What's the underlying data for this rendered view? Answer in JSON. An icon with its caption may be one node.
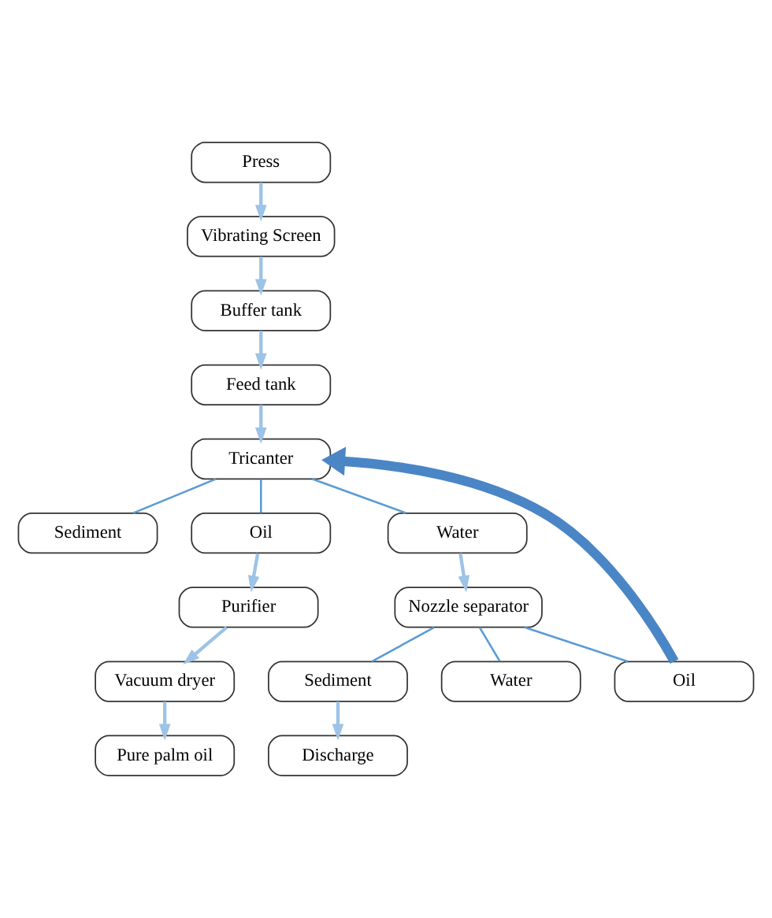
{
  "diagram": {
    "nodes": [
      {
        "text": [
          "Press"
        ]
      },
      {
        "text": [
          "Vibrating Screen"
        ]
      },
      {
        "text": [
          "Buffer tank"
        ]
      },
      {
        "text": [
          "Feed tank"
        ]
      },
      {
        "text": [
          "Tricanter"
        ]
      },
      {
        "text": [
          "Sediment"
        ]
      },
      {
        "text": [
          "Oil"
        ]
      },
      {
        "text": [
          "Water"
        ]
      },
      {
        "text": [
          "Purifier"
        ]
      },
      {
        "text": [
          "Vacuum dryer"
        ]
      },
      {
        "text": [
          "Pure palm oil"
        ]
      },
      {
        "text": [
          "Nozzle separator"
        ]
      },
      {
        "text": [
          "Sediment"
        ]
      },
      {
        "text": [
          "Water"
        ]
      },
      {
        "text": [
          "Oil"
        ]
      },
      {
        "text": [
          "Discharge"
        ]
      }
    ],
    "edges": [
      {
        "from": 0,
        "to": 1,
        "arrow": "to"
      },
      {
        "from": 1,
        "to": 2,
        "arrow": "to"
      },
      {
        "from": 2,
        "to": 3,
        "arrow": "to"
      },
      {
        "from": 3,
        "to": 4,
        "arrow": "to"
      },
      {
        "from": 4,
        "to": 5,
        "arrow": "none"
      },
      {
        "from": 4,
        "to": 6,
        "arrow": "none"
      },
      {
        "from": 4,
        "to": 7,
        "arrow": "none"
      },
      {
        "from": 6,
        "to": 8,
        "arrow": "to"
      },
      {
        "from": 8,
        "to": 9,
        "arrow": "to"
      },
      {
        "from": 9,
        "to": 10,
        "arrow": "to"
      },
      {
        "from": 7,
        "to": 11,
        "arrow": "to"
      },
      {
        "from": 11,
        "to": 12,
        "arrow": "none"
      },
      {
        "from": 11,
        "to": 13,
        "arrow": "none"
      },
      {
        "from": 11,
        "to": 14,
        "arrow": "none"
      },
      {
        "from": 12,
        "to": 15,
        "arrow": "to"
      },
      {
        "from": 14,
        "to": 4,
        "arrow": "to",
        "style": "thick"
      }
    ]
  }
}
